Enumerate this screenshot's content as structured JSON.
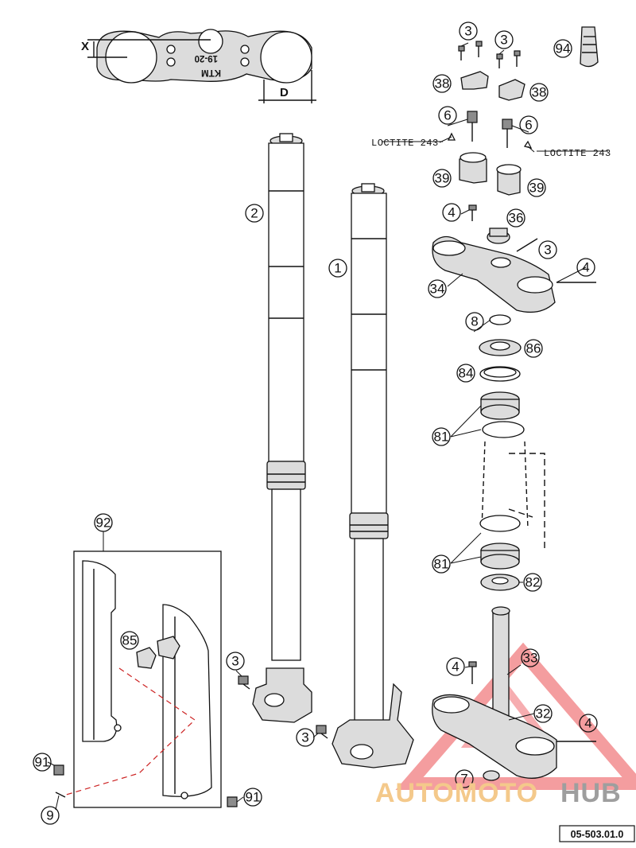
{
  "diagram": {
    "dimensions": {
      "x_label": "X",
      "d_label": "D"
    },
    "callouts": {
      "c3a": "3",
      "c3b": "3",
      "c94": "94",
      "c38a": "38",
      "c38b": "38",
      "c6a": "6",
      "c6b": "6",
      "c39a": "39",
      "c39b": "39",
      "c4a": "4",
      "c36": "36",
      "c3c": "3",
      "c4b": "4",
      "c34": "34",
      "c8": "8",
      "c86": "86",
      "c84": "84",
      "c81a": "81",
      "c81b": "81",
      "c82": "82",
      "c2": "2",
      "c1": "1",
      "c92": "92",
      "c85": "85",
      "c3d": "3",
      "c3e": "3",
      "c4c": "4",
      "c33": "33",
      "c32": "32",
      "c4d": "4",
      "c7": "7",
      "c91a": "91",
      "c91b": "91",
      "c9": "9"
    },
    "notes": {
      "loctite_left": "LOCTITE 243",
      "loctite_right": "LOCTITE 243"
    },
    "reference": "05-503.01.0",
    "watermark": {
      "part1": "AUTOMOTO",
      "part2": "HUB",
      "color_light": "#f4c98b",
      "color_red": "#e8383d",
      "color_grey": "#9e9e9e"
    }
  }
}
